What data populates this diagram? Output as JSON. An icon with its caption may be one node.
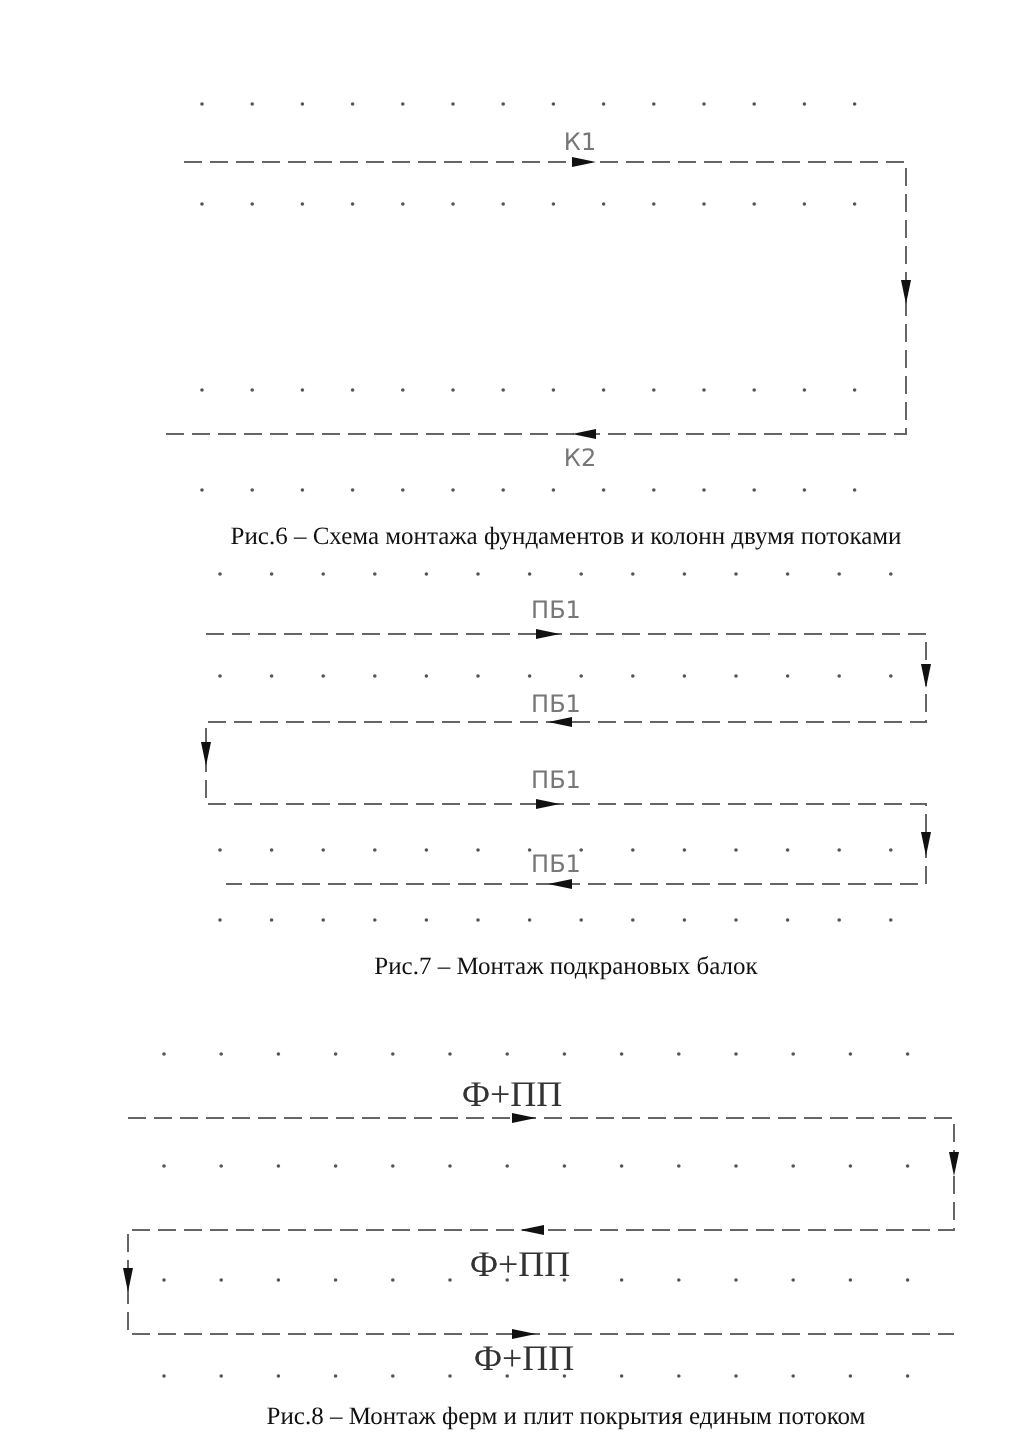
{
  "diagram": {
    "labels": [
      "К1",
      "К2",
      "Рис.6 – Схема монтажа фундаментов и колонн двумя потоками",
      "ПБ1",
      "ПБ1",
      "ПБ1",
      "ПБ1",
      "Рис.7 – Монтаж подкрановых балок",
      "Ф+ПП",
      "Ф+ПП",
      "Ф+ПП",
      "Рис.8 – Монтаж ферм и плит покрытия единым потоком"
    ]
  }
}
